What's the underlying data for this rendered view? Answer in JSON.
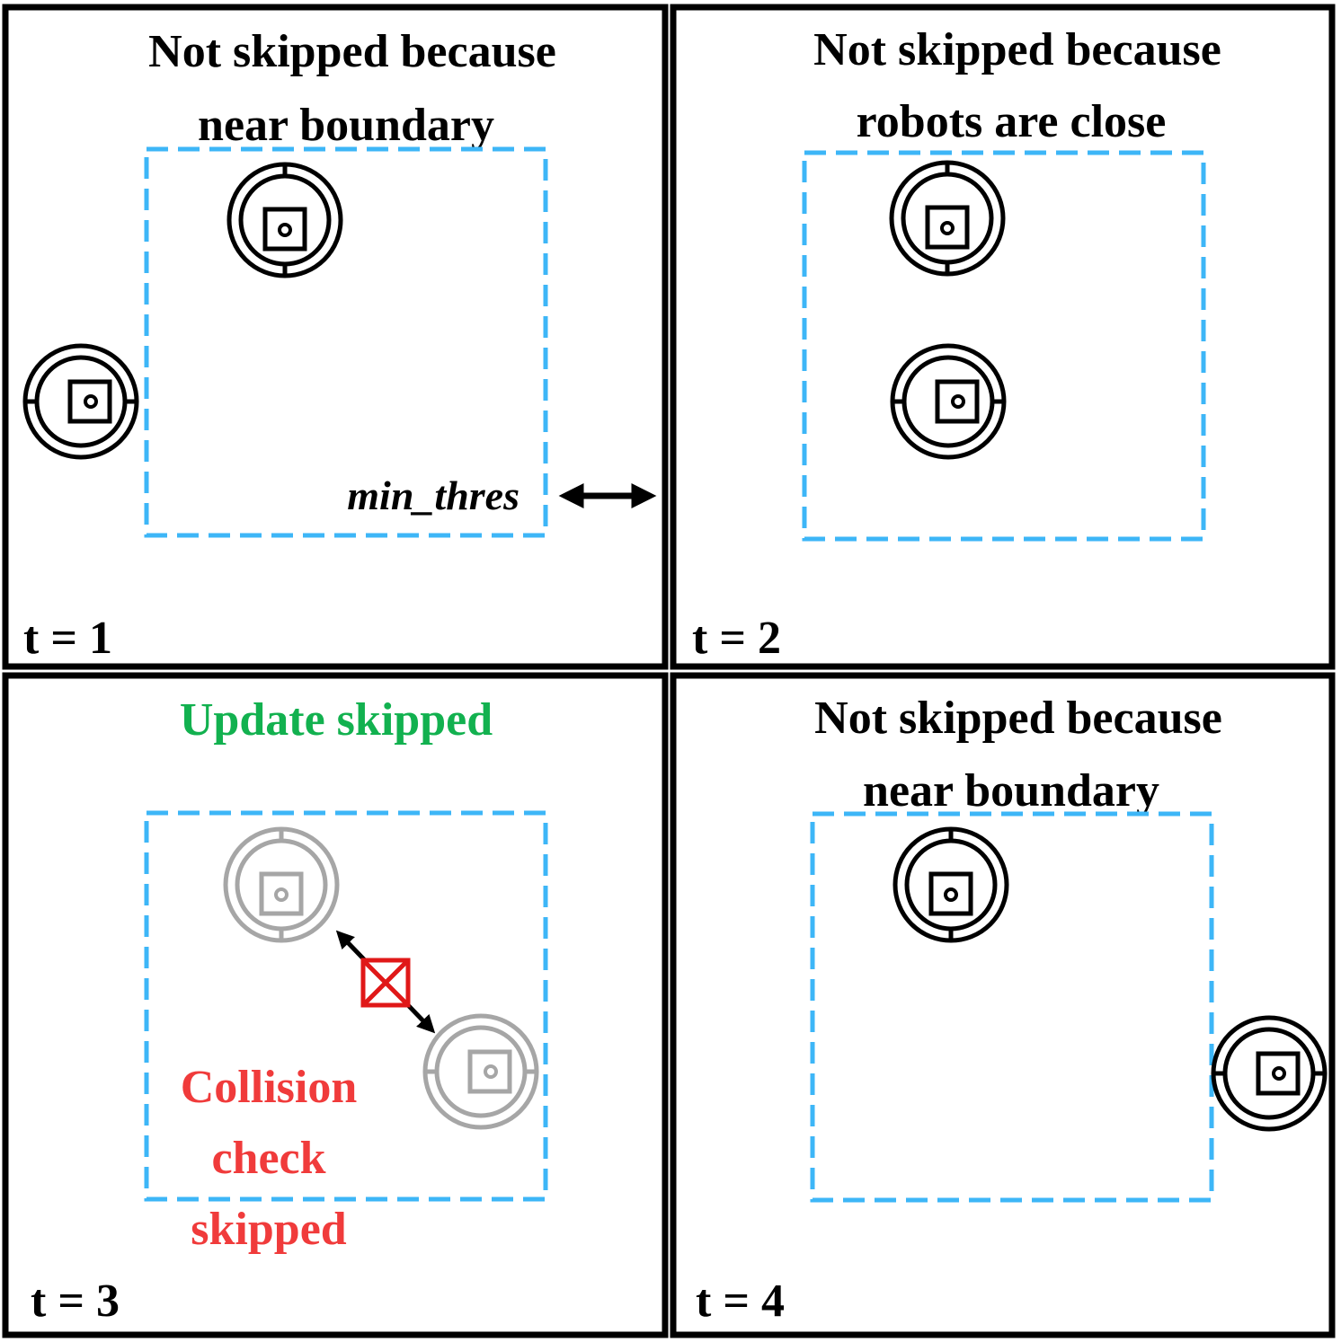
{
  "colors": {
    "panel_border": "#000000",
    "region_dash": "#3db6f7",
    "robot_active": "#000000",
    "robot_inactive": "#a6a6a6",
    "skip_green": "#12b14f",
    "collision_red": "#f03b3b",
    "cross_red": "#e01818"
  },
  "icons": {
    "robot": "robot-vacuum-icon",
    "arrow": "double-headed-arrow-icon",
    "cross": "crossed-box-icon"
  },
  "panels": [
    {
      "id": "panel-t1",
      "title_lines": [
        "Not skipped because",
        "near boundary"
      ],
      "title_color": "black",
      "time_label": "t = 1",
      "threshold_label": "min_thres"
    },
    {
      "id": "panel-t2",
      "title_lines": [
        "Not skipped because",
        "robots are close"
      ],
      "title_color": "black",
      "time_label": "t = 2"
    },
    {
      "id": "panel-t3",
      "title_lines": [
        "Update skipped"
      ],
      "title_color": "green",
      "time_label": "t = 3",
      "note_lines": [
        "Collision",
        "check",
        "skipped"
      ]
    },
    {
      "id": "panel-t4",
      "title_lines": [
        "Not skipped because",
        "near boundary"
      ],
      "title_color": "black",
      "time_label": "t = 4"
    }
  ]
}
